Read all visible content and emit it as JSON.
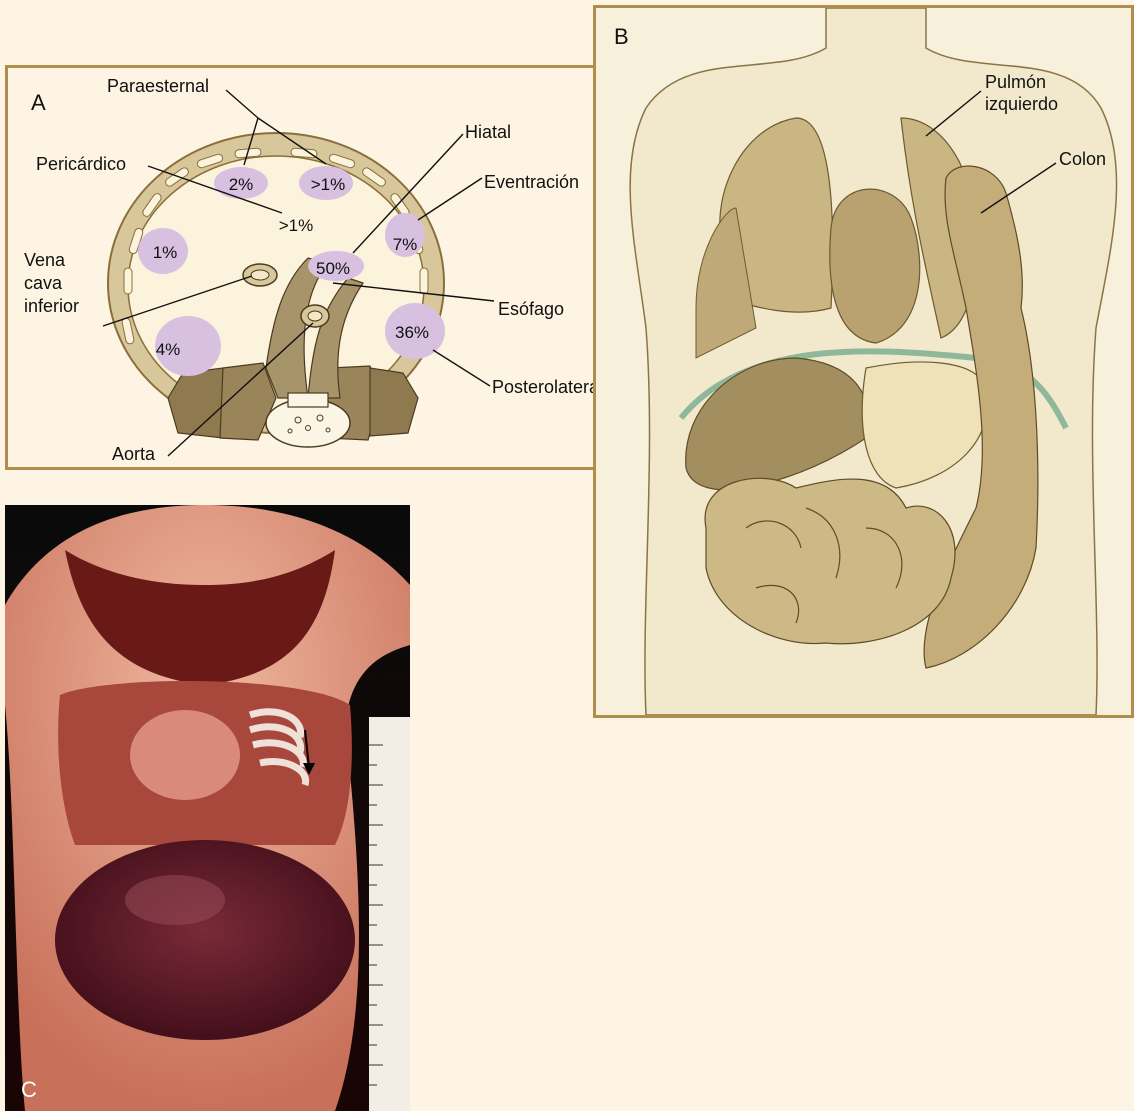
{
  "panel_a": {
    "tag": "A",
    "labels": {
      "paraesternal": "Paraesternal",
      "pericardico": "Pericárdico",
      "hiatal": "Hiatal",
      "eventracion": "Eventración",
      "vena_cava_1": "Vena",
      "vena_cava_2": "cava",
      "vena_cava_3": "inferior",
      "esofago": "Esófago",
      "posterolateral": "Posterolateral",
      "aorta": "Aorta"
    },
    "percentages": {
      "paraesternal_left": "2%",
      "paraesternal_right": ">1%",
      "pericardico": ">1%",
      "left_anterior": "1%",
      "eventracion": "7%",
      "hiatal": "50%",
      "left_posterior": "4%",
      "posterolateral": "36%"
    }
  },
  "panel_b": {
    "tag": "B",
    "labels": {
      "pulmon_1": "Pulmón",
      "pulmon_2": "izquierdo",
      "colon": "Colon"
    }
  },
  "panel_c": {
    "tag": "C"
  },
  "colors": {
    "frame": "#b08d4d",
    "defect": "#d7c0e0",
    "diaphragm_ring": "#d8c79a",
    "organ": "#c8b27a",
    "diaphragm_line_b": "#8fb89a"
  }
}
